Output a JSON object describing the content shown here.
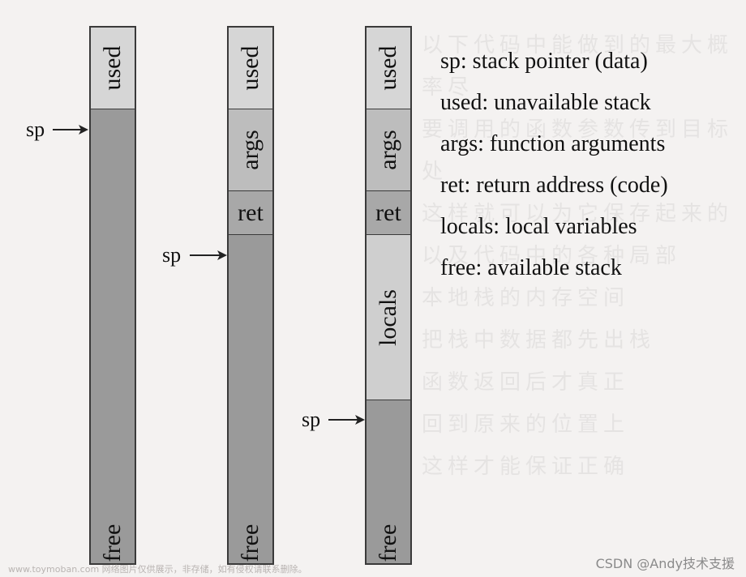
{
  "columns": [
    {
      "segments": [
        {
          "label": "used",
          "color": "#d6d6d6"
        },
        {
          "label": "free",
          "color": "#9a9a9a"
        }
      ],
      "sp_label": "sp"
    },
    {
      "segments": [
        {
          "label": "used",
          "color": "#d6d6d6"
        },
        {
          "label": "args",
          "color": "#bdbdbd"
        },
        {
          "label": "ret",
          "color": "#a8a8a8"
        },
        {
          "label": "free",
          "color": "#9a9a9a"
        }
      ],
      "sp_label": "sp"
    },
    {
      "segments": [
        {
          "label": "used",
          "color": "#d6d6d6"
        },
        {
          "label": "args",
          "color": "#bdbdbd"
        },
        {
          "label": "ret",
          "color": "#a8a8a8"
        },
        {
          "label": "locals",
          "color": "#cfcfcf"
        },
        {
          "label": "free",
          "color": "#9a9a9a"
        }
      ],
      "sp_label": "sp"
    }
  ],
  "legend": [
    "sp: stack pointer (data)",
    "used: unavailable stack",
    "args: function arguments",
    "ret: return address (code)",
    "locals: local variables",
    "free: available stack"
  ],
  "watermark": {
    "left": "www.toymoban.com 网络图片仅供展示，非存储，如有侵权请联系删除。",
    "right": "CSDN @Andy技术支援"
  },
  "background_text": [
    "以下代码中能做到的最大概率尽",
    "要调用的函数参数传到目标处",
    "这样就可以为它保存起来的",
    "以及代码中的各种局部",
    "本地栈的内存空间",
    "把栈中数据都先出栈",
    "函数返回后才真正",
    "回到原来的位置上",
    "这样才能保证正确"
  ]
}
